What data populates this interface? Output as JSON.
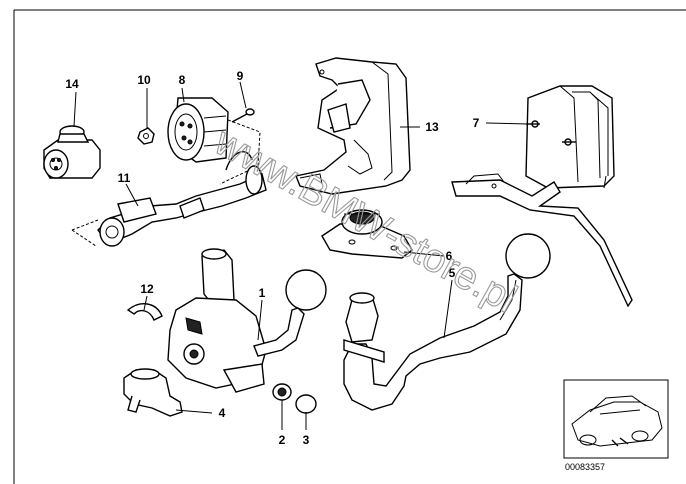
{
  "diagram": {
    "callouts": {
      "c1": "1",
      "c2": "2",
      "c3": "3",
      "c4": "4",
      "c5": "5",
      "c6": "6",
      "c7": "7",
      "c8": "8",
      "c9": "9",
      "c10": "10",
      "c11": "11",
      "c12": "12",
      "c13": "13",
      "c14": "14"
    },
    "watermark": "www.BMW-store.pl",
    "reference_number": "00083357"
  }
}
